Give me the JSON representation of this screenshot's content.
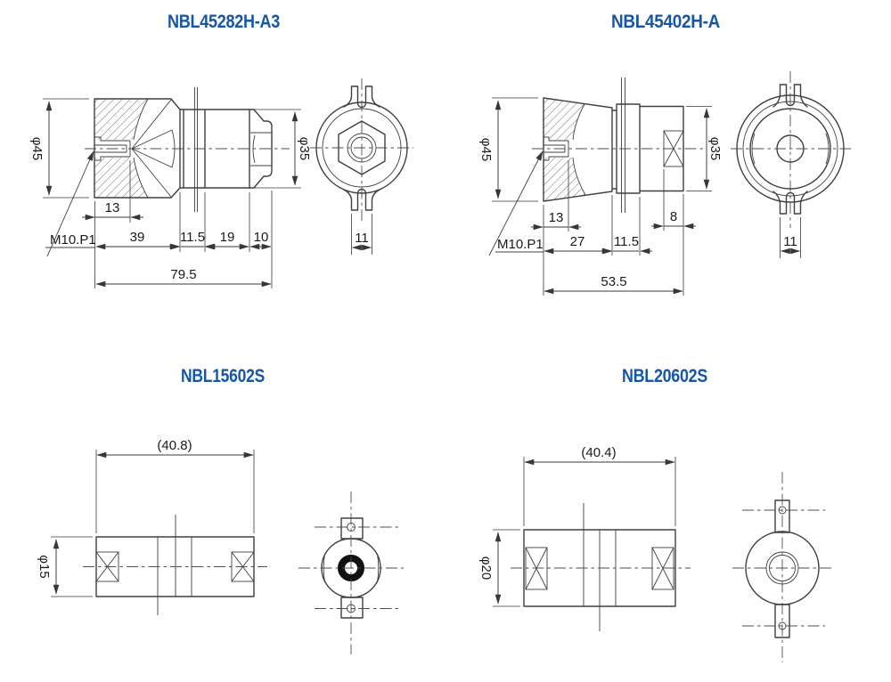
{
  "colors": {
    "line": "#3c4043",
    "text": "#1a1a1a",
    "title_blue": "#1656a5",
    "background": "#ffffff"
  },
  "drawings": {
    "d1": {
      "title": "NBL45282H-A3",
      "dims": {
        "dia45": "φ45",
        "dia35": "φ35",
        "thread": "M10.P1",
        "depth": "13",
        "seg1": "39",
        "seg2": "11.5",
        "seg3": "19",
        "seg4": "10",
        "total": "79.5",
        "tab": "11"
      }
    },
    "d2": {
      "title": "NBL45402H-A",
      "dims": {
        "dia45": "φ45",
        "dia35": "φ35",
        "thread": "M10.P1",
        "depth": "13",
        "seg1": "27",
        "seg2": "11.5",
        "seg4": "8",
        "total": "53.5",
        "tab": "11"
      }
    },
    "d3": {
      "title": "NBL15602S",
      "dims": {
        "total": "(40.8)",
        "dia": "φ15"
      }
    },
    "d4": {
      "title": "NBL20602S",
      "dims": {
        "total": "(40.4)",
        "dia": "φ20"
      }
    }
  }
}
